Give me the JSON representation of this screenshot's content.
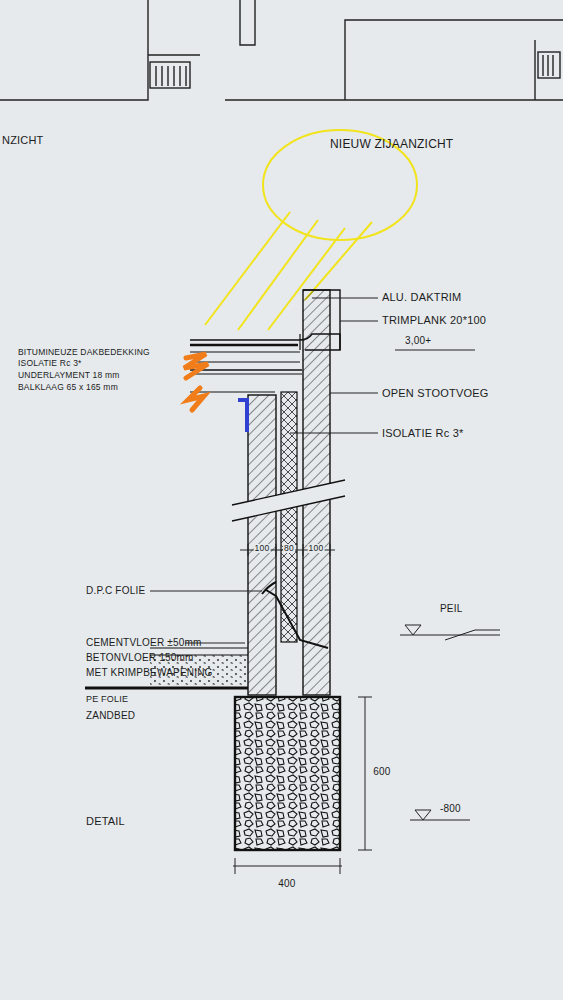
{
  "diagram": {
    "labels": [
      "NZICHT",
      "NIEUW ZIJAANZICHT",
      "BITUMINEUZE DAKBEDEKKING",
      "ISOLATIE Rc 3*",
      "UNDERLAYMENT 18 mm",
      "BALKLAAG 65 x 165 mm",
      "ALU. DAKTRIM",
      "TRIMPLANK 20*100",
      "3,00+",
      "OPEN STOOTVOEG",
      "ISOLATIE Rc 3*",
      "100",
      "80",
      "100",
      "D.P.C FOLIE",
      "CEMENTVLOER ±50mm",
      "BETONVLOER 150mm",
      "MET KRIMPBEWAPENING",
      "PE FOLIE",
      "ZANDBED",
      "PEIL",
      "600",
      "-800",
      "400",
      "DETAIL"
    ]
  }
}
